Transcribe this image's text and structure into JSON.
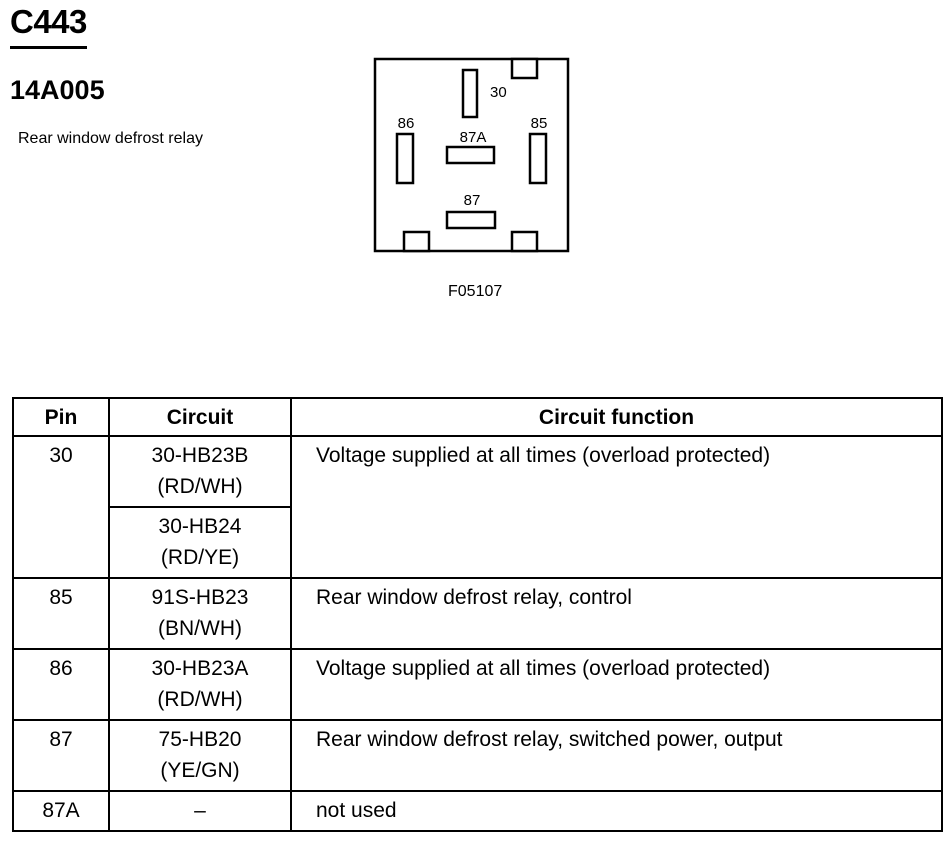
{
  "header": {
    "connector_id": "C443",
    "part_number": "14A005",
    "description": "Rear window defrost relay"
  },
  "diagram": {
    "pin_labels": {
      "p30": "30",
      "p86": "86",
      "p87a": "87A",
      "p85": "85",
      "p87": "87"
    },
    "figure_code": "F05107"
  },
  "table": {
    "headers": {
      "pin": "Pin",
      "circuit": "Circuit",
      "function": "Circuit function"
    },
    "rows": [
      {
        "pin": "30",
        "circuits": [
          {
            "code": "30-HB23B",
            "color": "(RD/WH)"
          },
          {
            "code": "30-HB24",
            "color": "(RD/YE)"
          }
        ],
        "function": "Voltage supplied at all times (overload protected)"
      },
      {
        "pin": "85",
        "circuits": [
          {
            "code": "91S-HB23",
            "color": "(BN/WH)"
          }
        ],
        "function": "Rear window defrost relay, control"
      },
      {
        "pin": "86",
        "circuits": [
          {
            "code": "30-HB23A",
            "color": "(RD/WH)"
          }
        ],
        "function": "Voltage supplied at all times (overload protected)"
      },
      {
        "pin": "87",
        "circuits": [
          {
            "code": "75-HB20",
            "color": "(YE/GN)"
          }
        ],
        "function": "Rear window defrost relay, switched power, output"
      },
      {
        "pin": "87A",
        "circuits": [
          {
            "code": "–",
            "color": ""
          }
        ],
        "function": "not used"
      }
    ]
  }
}
